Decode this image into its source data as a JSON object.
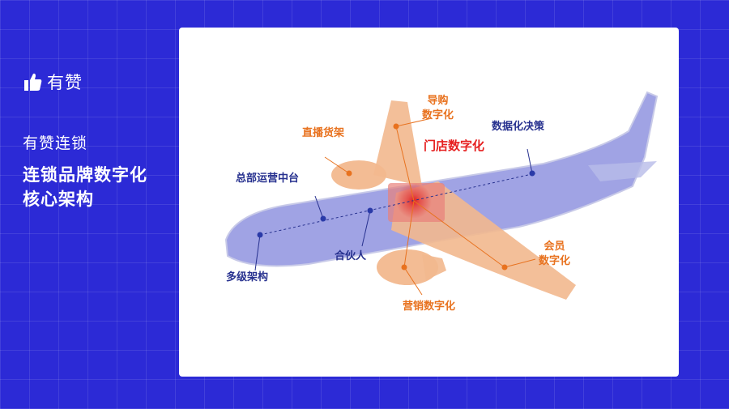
{
  "brand": {
    "name": "有赞",
    "icon": "thumbs-up-icon"
  },
  "left": {
    "subtitle": "有赞连锁",
    "heading_line1": "连锁品牌数字化",
    "heading_line2": "核心架构"
  },
  "labels": {
    "guide_line1": "导购",
    "guide_line2": "数字化",
    "live_shelf": "直播货架",
    "store_digital": "门店数字化",
    "data_decision": "数据化决策",
    "hq_platform": "总部运营中台",
    "partner": "合伙人",
    "multi_level": "多级架构",
    "member_line1": "会员",
    "member_line2": "数字化",
    "marketing": "营销数字化"
  },
  "colors": {
    "background": "#2c2ad6",
    "fuselage": "#8f93df",
    "wing": "#f2b88e",
    "navy_label": "#27318f",
    "orange_label": "#e8721f",
    "red_label": "#e62020"
  }
}
